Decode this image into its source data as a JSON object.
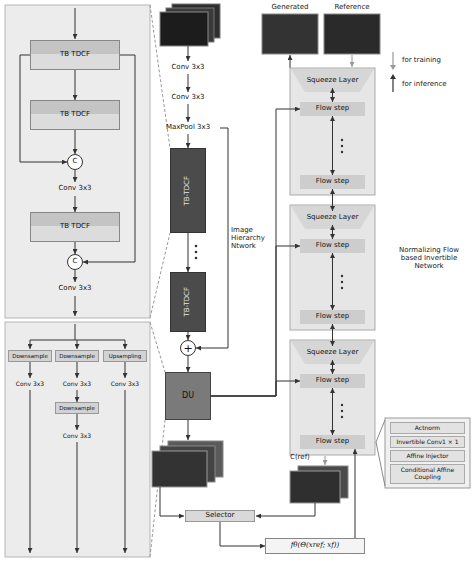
{
  "diagram": {
    "nodes": [
      {
        "text": [
          "TB TDCF"
        ]
      },
      {
        "text": [
          "TB TDCF"
        ]
      },
      {
        "text": [
          "C"
        ]
      },
      {
        "text": [
          "Conv 3x3"
        ]
      },
      {
        "text": [
          "TB TDCF"
        ]
      },
      {
        "text": [
          "C"
        ]
      },
      {
        "text": [
          "Conv 3x3"
        ]
      },
      {
        "text": [
          "Downsample"
        ]
      },
      {
        "text": [
          "Downsample"
        ]
      },
      {
        "text": [
          "Upsampling"
        ]
      },
      {
        "text": [
          "Conv 3x3"
        ]
      },
      {
        "text": [
          "Conv 3x3"
        ]
      },
      {
        "text": [
          "Conv 3x3"
        ]
      },
      {
        "text": [
          "Downsample"
        ]
      },
      {
        "text": [
          "Conv 3x3"
        ]
      },
      {
        "text": [
          "Conv 3x3"
        ]
      },
      {
        "text": [
          "Conv 3x3"
        ]
      },
      {
        "text": [
          "MaxPool 3x3"
        ]
      },
      {
        "text": [
          "TB-TDCF"
        ]
      },
      {
        "text": [
          "TB-TDCF"
        ]
      },
      {
        "text": [
          "+"
        ]
      },
      {
        "text": [
          "DU"
        ]
      },
      {
        "text": [
          "Squeeze Layer"
        ]
      },
      {
        "text": [
          "Flow step"
        ]
      },
      {
        "text": [
          "Flow step"
        ]
      },
      {
        "text": [
          "Squeeze Layer"
        ]
      },
      {
        "text": [
          "Flow step"
        ]
      },
      {
        "text": [
          "Flow step"
        ]
      },
      {
        "text": [
          "Squeeze Layer"
        ]
      },
      {
        "text": [
          "Flow step"
        ]
      },
      {
        "text": [
          "Flow step"
        ]
      },
      {
        "text": [
          "Actnorm"
        ]
      },
      {
        "text": [
          "Invertible Conv1 × 1"
        ]
      },
      {
        "text": [
          "Affine Injector"
        ]
      },
      {
        "text": [
          "Conditional Affine Coupling"
        ]
      },
      {
        "text": [
          "Selector"
        ]
      },
      {
        "text": [
          "fθ(Θ(xref; xf))"
        ]
      }
    ],
    "edges": [
      {
        "from": 0,
        "to": 1,
        "arrow": "to"
      },
      {
        "from": 1,
        "to": 2,
        "arrow": "to"
      },
      {
        "from": 2,
        "to": 3,
        "arrow": "to"
      },
      {
        "from": 3,
        "to": 4,
        "arrow": "to"
      },
      {
        "from": 4,
        "to": 5,
        "arrow": "to"
      },
      {
        "from": 5,
        "to": 6,
        "arrow": "to"
      },
      {
        "from": 0,
        "to": 2,
        "arrow": "to"
      },
      {
        "from": 0,
        "to": 5,
        "arrow": "to"
      },
      {
        "from": 7,
        "to": 10,
        "arrow": "to"
      },
      {
        "from": 8,
        "to": 11,
        "arrow": "to"
      },
      {
        "from": 11,
        "to": 13,
        "arrow": "to"
      },
      {
        "from": 13,
        "to": 14,
        "arrow": "to"
      },
      {
        "from": 9,
        "to": 12,
        "arrow": "to"
      },
      {
        "from": 15,
        "to": 16,
        "arrow": "to"
      },
      {
        "from": 16,
        "to": 17,
        "arrow": "to"
      },
      {
        "from": 17,
        "to": 18,
        "arrow": "to"
      },
      {
        "from": 18,
        "to": 19,
        "arrow": "to"
      },
      {
        "from": 19,
        "to": 20,
        "arrow": "to"
      },
      {
        "from": 17,
        "to": 20,
        "arrow": "to"
      },
      {
        "from": 20,
        "to": 21,
        "arrow": "to"
      },
      {
        "from": 21,
        "to": 23,
        "arrow": "to"
      },
      {
        "from": 21,
        "to": 26,
        "arrow": "to"
      },
      {
        "from": 21,
        "to": 29,
        "arrow": "to"
      },
      {
        "from": 22,
        "to": 23,
        "arrow": "both"
      },
      {
        "from": 23,
        "to": 24,
        "arrow": "both"
      },
      {
        "from": 24,
        "to": 25,
        "arrow": "both"
      },
      {
        "from": 25,
        "to": 26,
        "arrow": "both"
      },
      {
        "from": 26,
        "to": 27,
        "arrow": "both"
      },
      {
        "from": 27,
        "to": 28,
        "arrow": "both"
      },
      {
        "from": 28,
        "to": 29,
        "arrow": "both"
      },
      {
        "from": 29,
        "to": 30,
        "arrow": "both"
      },
      {
        "from": 35,
        "to": 36,
        "arrow": "to"
      },
      {
        "from": 36,
        "to": 30,
        "arrow": "to"
      }
    ],
    "labels": [
      "Generated",
      "Reference",
      "Image Hierarchy Ntwork",
      "Normalizing Flow based Invertible Network",
      "C(ref)"
    ],
    "legend": [
      {
        "text": "for training"
      },
      {
        "text": "for inference"
      }
    ]
  }
}
